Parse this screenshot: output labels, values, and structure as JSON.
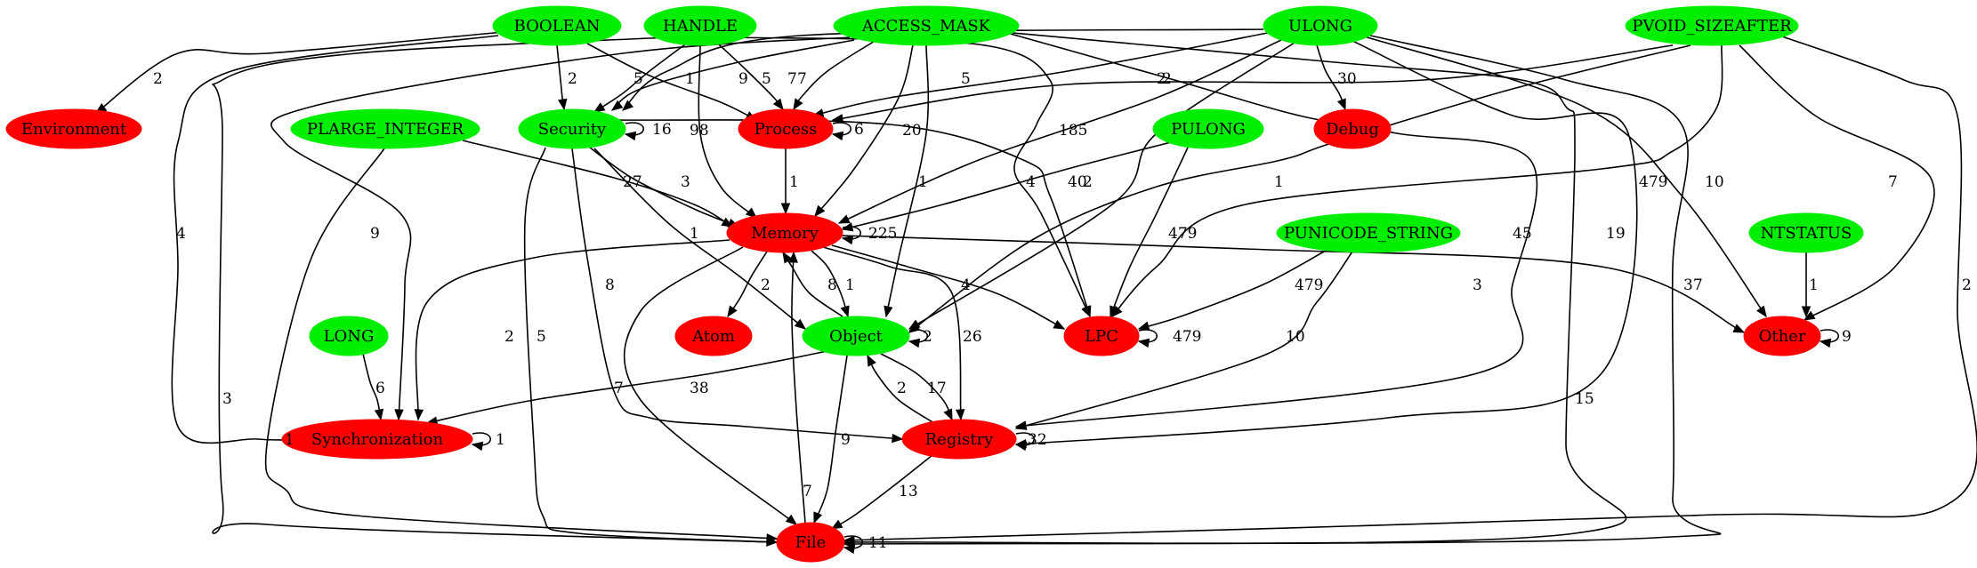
{
  "colors": {
    "type_node": "#00ee00",
    "category_node": "#ff0000",
    "edge": "#000000",
    "background": "#ffffff"
  },
  "nodes": [
    {
      "id": "boolean",
      "label": "BOOLEAN",
      "kind": "type"
    },
    {
      "id": "handle",
      "label": "HANDLE",
      "kind": "type"
    },
    {
      "id": "access_mask",
      "label": "ACCESS_MASK",
      "kind": "type"
    },
    {
      "id": "ulong",
      "label": "ULONG",
      "kind": "type"
    },
    {
      "id": "pvoid_sizeafter",
      "label": "PVOID_SIZEAFTER",
      "kind": "type"
    },
    {
      "id": "environment",
      "label": "Environment",
      "kind": "category"
    },
    {
      "id": "plarge_integer",
      "label": "PLARGE_INTEGER",
      "kind": "type"
    },
    {
      "id": "security",
      "label": "Security",
      "kind": "type"
    },
    {
      "id": "process",
      "label": "Process",
      "kind": "category"
    },
    {
      "id": "pulong",
      "label": "PULONG",
      "kind": "type"
    },
    {
      "id": "debug",
      "label": "Debug",
      "kind": "category"
    },
    {
      "id": "memory",
      "label": "Memory",
      "kind": "category"
    },
    {
      "id": "punicode_string",
      "label": "PUNICODE_STRING",
      "kind": "type"
    },
    {
      "id": "ntstatus",
      "label": "NTSTATUS",
      "kind": "type"
    },
    {
      "id": "long",
      "label": "LONG",
      "kind": "type"
    },
    {
      "id": "atom",
      "label": "Atom",
      "kind": "category"
    },
    {
      "id": "object",
      "label": "Object",
      "kind": "type"
    },
    {
      "id": "lpc",
      "label": "LPC",
      "kind": "category"
    },
    {
      "id": "other",
      "label": "Other",
      "kind": "category"
    },
    {
      "id": "synchronization",
      "label": "Synchronization",
      "kind": "category"
    },
    {
      "id": "registry",
      "label": "Registry",
      "kind": "category"
    },
    {
      "id": "file",
      "label": "File",
      "kind": "category"
    }
  ],
  "edges": [
    {
      "id": "e1",
      "from": "boolean",
      "to": "environment",
      "label": "2"
    },
    {
      "id": "e2",
      "from": "boolean",
      "to": "synchronization",
      "label": "4"
    },
    {
      "id": "e3",
      "from": "boolean",
      "to": "security",
      "label": "2"
    },
    {
      "id": "e4",
      "from": "boolean",
      "to": "process",
      "label": "1"
    },
    {
      "id": "e5",
      "from": "handle",
      "to": "file",
      "label": "3"
    },
    {
      "id": "e6",
      "from": "handle",
      "to": "security",
      "label": "5"
    },
    {
      "id": "e7",
      "from": "handle",
      "to": "memory",
      "label": "98"
    },
    {
      "id": "e8",
      "from": "handle",
      "to": "process",
      "label": "5"
    },
    {
      "id": "e9",
      "from": "handle",
      "to": "lpc",
      "label": "185"
    },
    {
      "id": "e10",
      "from": "access_mask",
      "to": "synchronization",
      "label": "9"
    },
    {
      "id": "e11",
      "from": "access_mask",
      "to": "security",
      "label": "9"
    },
    {
      "id": "e12",
      "from": "access_mask",
      "to": "process",
      "label": "7"
    },
    {
      "id": "e13",
      "from": "access_mask",
      "to": "memory",
      "label": "20"
    },
    {
      "id": "e14",
      "from": "access_mask",
      "to": "object",
      "label": "1"
    },
    {
      "id": "e15",
      "from": "access_mask",
      "to": "registry",
      "label": "45"
    },
    {
      "id": "e16",
      "from": "access_mask",
      "to": "file",
      "label": "15"
    },
    {
      "id": "e17",
      "from": "ulong",
      "to": "security",
      "label": "7"
    },
    {
      "id": "e18",
      "from": "ulong",
      "to": "process",
      "label": "5"
    },
    {
      "id": "e19",
      "from": "ulong",
      "to": "memory",
      "label": "2"
    },
    {
      "id": "e20",
      "from": "ulong",
      "to": "object",
      "label": "2"
    },
    {
      "id": "e21",
      "from": "ulong",
      "to": "debug",
      "label": "30"
    },
    {
      "id": "e22",
      "from": "ulong",
      "to": "registry",
      "label": "19"
    },
    {
      "id": "e23",
      "from": "ulong",
      "to": "file",
      "label": "37"
    },
    {
      "id": "e24",
      "from": "ulong",
      "to": "other",
      "label": "10"
    },
    {
      "id": "e25",
      "from": "pvoid_sizeafter",
      "to": "process",
      "label": "2"
    },
    {
      "id": "e26",
      "from": "pvoid_sizeafter",
      "to": "object",
      "label": "1"
    },
    {
      "id": "e27",
      "from": "pvoid_sizeafter",
      "to": "lpc",
      "label": "479"
    },
    {
      "id": "e28",
      "from": "pvoid_sizeafter",
      "to": "other",
      "label": "7"
    },
    {
      "id": "e29",
      "from": "pvoid_sizeafter",
      "to": "file",
      "label": "2"
    },
    {
      "id": "e30",
      "from": "plarge_integer",
      "to": "file",
      "label": "1"
    },
    {
      "id": "e31",
      "from": "plarge_integer",
      "to": "memory",
      "label": "27"
    },
    {
      "id": "e32",
      "from": "security",
      "to": "security",
      "label": "16"
    },
    {
      "id": "e33",
      "from": "security",
      "to": "memory",
      "label": "3"
    },
    {
      "id": "e34",
      "from": "security",
      "to": "object",
      "label": "1"
    },
    {
      "id": "e35",
      "from": "security",
      "to": "lpc",
      "label": "4"
    },
    {
      "id": "e36",
      "from": "security",
      "to": "registry",
      "label": "8"
    },
    {
      "id": "e37",
      "from": "security",
      "to": "file",
      "label": "5"
    },
    {
      "id": "e38",
      "from": "process",
      "to": "process",
      "label": "6"
    },
    {
      "id": "e39",
      "from": "process",
      "to": "memory",
      "label": "1"
    },
    {
      "id": "e40",
      "from": "pulong",
      "to": "memory",
      "label": "40"
    },
    {
      "id": "e41",
      "from": "pulong",
      "to": "lpc",
      "label": "479"
    },
    {
      "id": "e42",
      "from": "memory",
      "to": "memory",
      "label": "225"
    },
    {
      "id": "e43",
      "from": "memory",
      "to": "atom",
      "label": "2"
    },
    {
      "id": "e44",
      "from": "memory",
      "to": "object",
      "label": "1"
    },
    {
      "id": "e45",
      "from": "memory",
      "to": "lpc",
      "label": "4"
    },
    {
      "id": "e46",
      "from": "memory",
      "to": "registry",
      "label": "26"
    },
    {
      "id": "e47",
      "from": "memory",
      "to": "other",
      "label": "3"
    },
    {
      "id": "e48",
      "from": "memory",
      "to": "synchronization",
      "label": "2"
    },
    {
      "id": "e49",
      "from": "memory",
      "to": "file",
      "label": "38"
    },
    {
      "id": "e50",
      "from": "object",
      "to": "memory",
      "label": "8"
    },
    {
      "id": "e51",
      "from": "object",
      "to": "object",
      "label": "2"
    },
    {
      "id": "e52",
      "from": "object",
      "to": "synchronization",
      "label": "7"
    },
    {
      "id": "e53",
      "from": "object",
      "to": "file",
      "label": "9"
    },
    {
      "id": "e54",
      "from": "object",
      "to": "registry",
      "label": "17"
    },
    {
      "id": "e55",
      "from": "registry",
      "to": "object",
      "label": "2"
    },
    {
      "id": "e56",
      "from": "registry",
      "to": "registry",
      "label": "32"
    },
    {
      "id": "e57",
      "from": "registry",
      "to": "file",
      "label": "13"
    },
    {
      "id": "e58",
      "from": "punicode_string",
      "to": "lpc",
      "label": "479"
    },
    {
      "id": "e59",
      "from": "punicode_string",
      "to": "registry",
      "label": "10"
    },
    {
      "id": "e60",
      "from": "ntstatus",
      "to": "other",
      "label": "1"
    },
    {
      "id": "e61",
      "from": "long",
      "to": "synchronization",
      "label": "6"
    },
    {
      "id": "e62",
      "from": "lpc",
      "to": "lpc",
      "label": "479"
    },
    {
      "id": "e63",
      "from": "other",
      "to": "other",
      "label": "9"
    },
    {
      "id": "e64",
      "from": "synchronization",
      "to": "synchronization",
      "label": "1"
    },
    {
      "id": "e65",
      "from": "file",
      "to": "memory",
      "label": "7"
    },
    {
      "id": "e66",
      "from": "file",
      "to": "file",
      "label": "11"
    }
  ]
}
